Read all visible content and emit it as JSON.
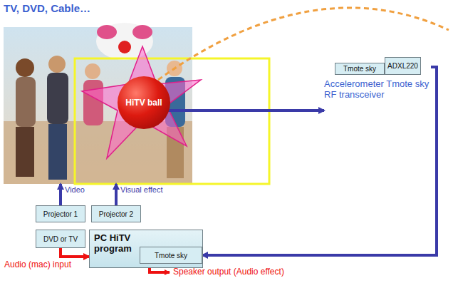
{
  "diagram": {
    "nodes": [
      {
        "text": [
          "TV, DVD, Cable…"
        ]
      },
      {
        "text": [
          "HiTV ball"
        ],
        "in": 0
      },
      {
        "text": [
          "Accelerometer Tmote sky RF transceiver"
        ]
      },
      {
        "text": [
          "Tmote sky"
        ],
        "in": 2
      },
      {
        "text": [
          "ADXL220"
        ],
        "in": 2
      },
      {
        "text": [
          "Projector 1"
        ]
      },
      {
        "text": [
          "DVD or TV"
        ]
      },
      {
        "text": [
          "Projector 2"
        ]
      },
      {
        "text": [
          "PC HiTV program"
        ]
      },
      {
        "text": [
          "Tmote sky"
        ],
        "in": 8
      }
    ],
    "edges": [
      {
        "from": 5,
        "to": 0,
        "label": "Video",
        "arrow": "to"
      },
      {
        "from": 7,
        "to": 0,
        "label": "Visual effect",
        "arrow": "to"
      },
      {
        "from": 1,
        "to": 2,
        "arrow": "to"
      },
      {
        "from": 2,
        "to": 9,
        "arrow": "to"
      },
      {
        "from": 6,
        "to": 8,
        "label": "Audio (mac) input",
        "arrow": "to"
      }
    ],
    "labels": [
      "Speaker output (Audio effect)"
    ]
  }
}
